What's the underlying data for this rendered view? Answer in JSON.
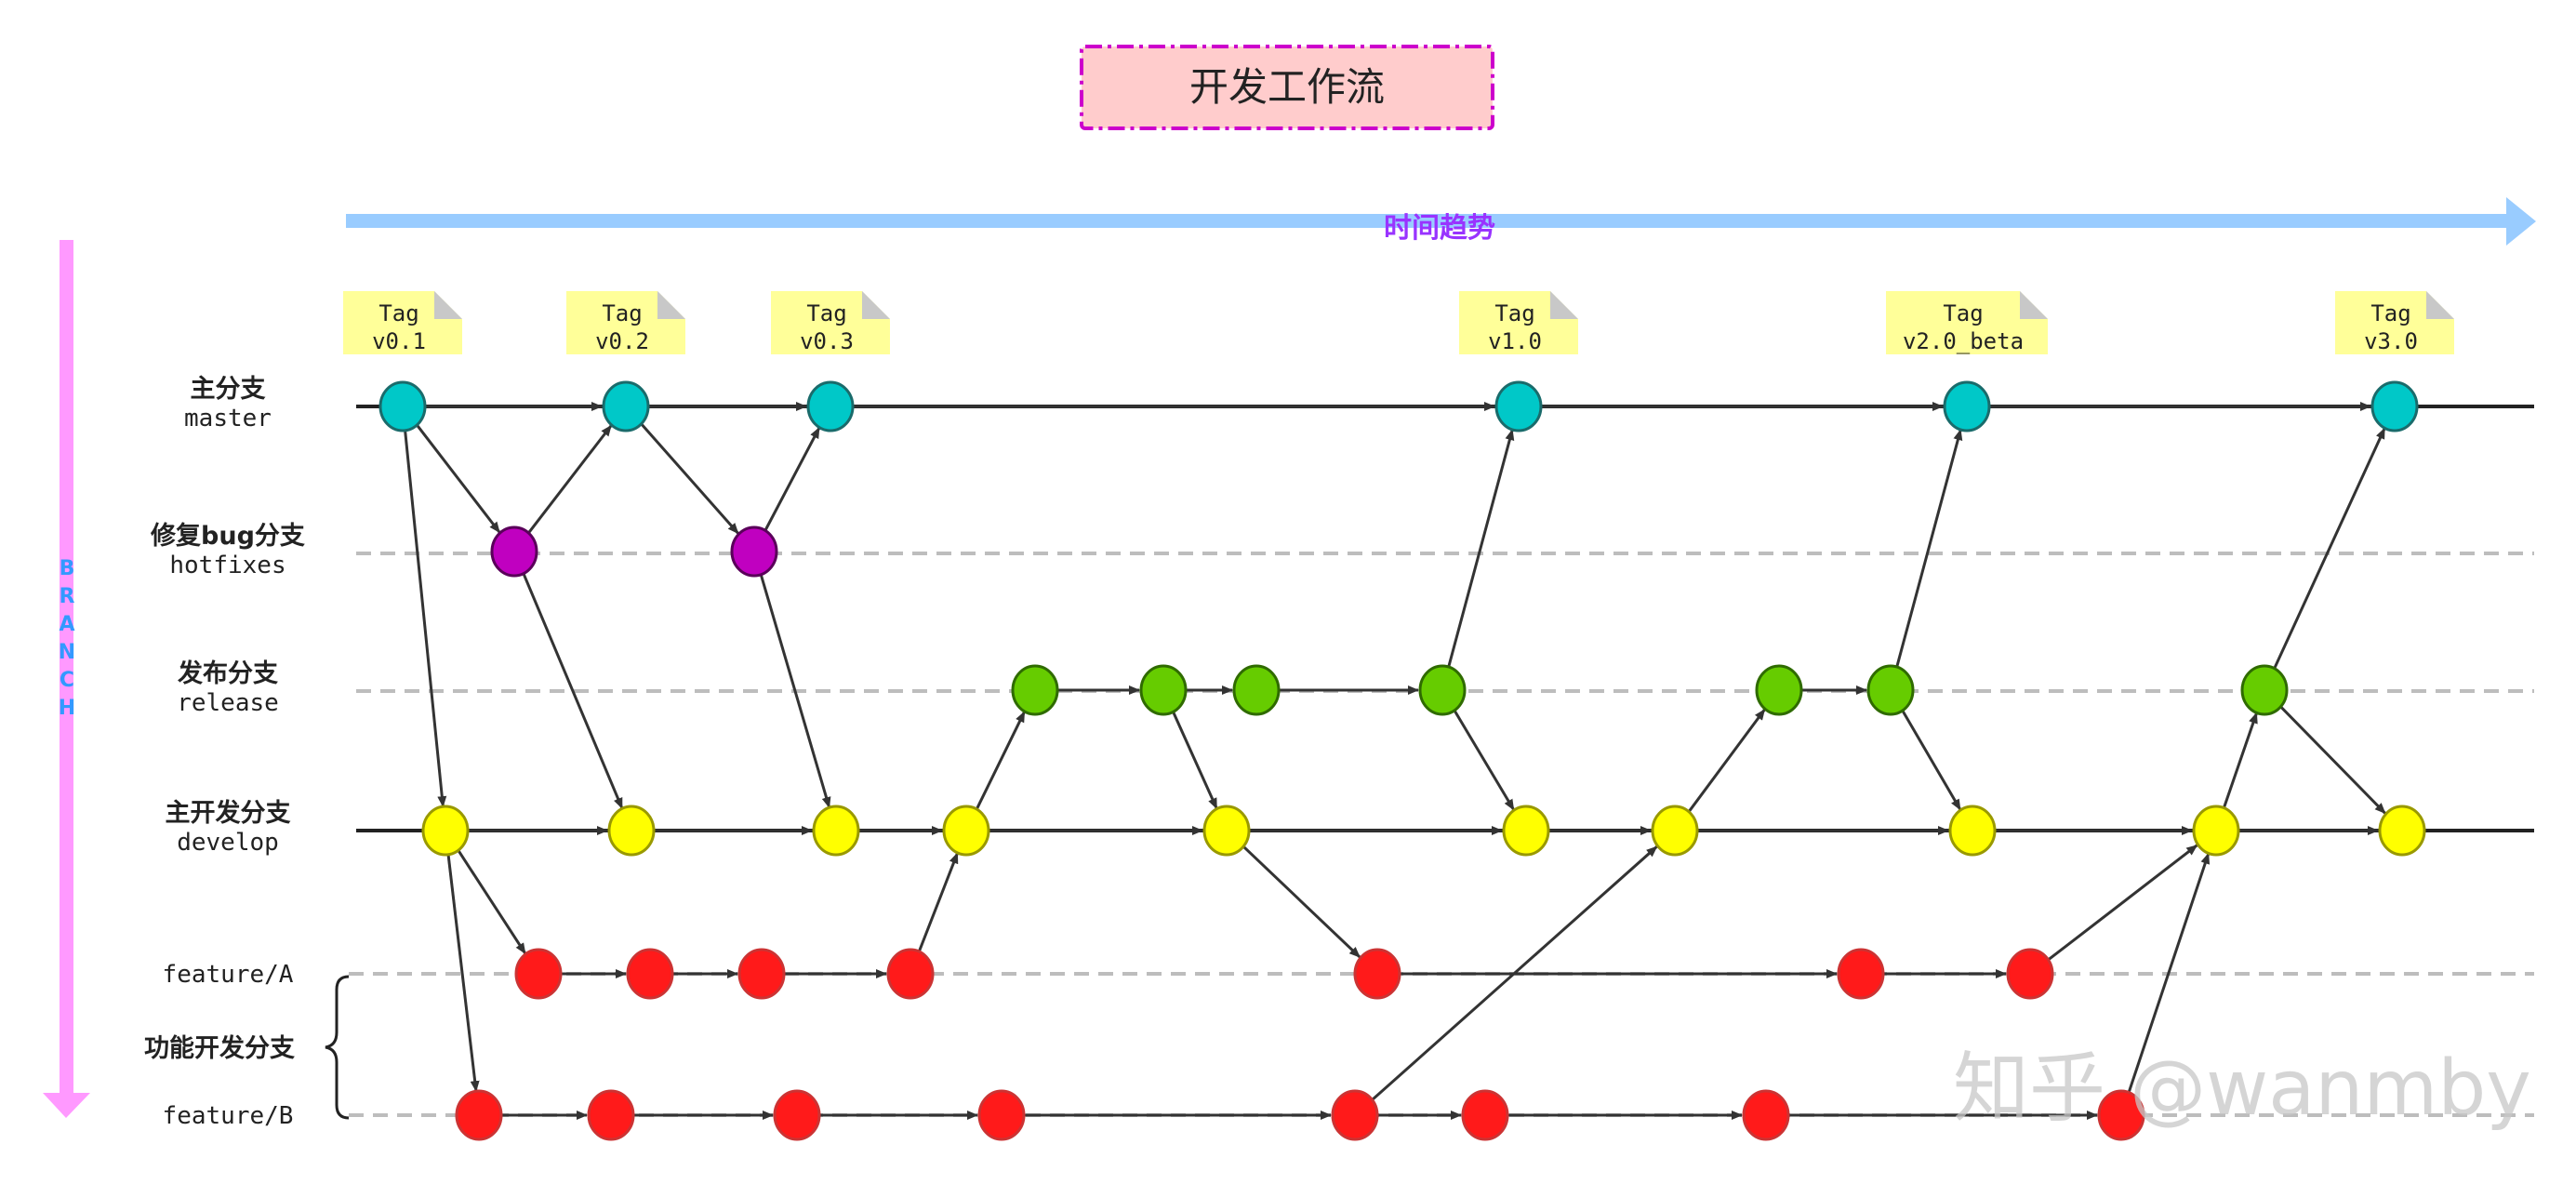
{
  "title": "开发工作流",
  "time_axis_label": "时间趋势",
  "side_label": "BRANCH",
  "group_label": "功能开发分支",
  "watermark": "知乎 @wanmby",
  "colors": {
    "master": "#00c8c8",
    "hotfixes": "#c000c0",
    "release": "#66cc00",
    "develop": "#ffff00",
    "feature": "#ff1a1a",
    "time_arrow": "#99ccff",
    "time_text": "#9933ff",
    "side_arrow": "#ff99ff",
    "side_text": "#3399ff",
    "title_bg": "#ffcccc",
    "title_border": "#cc00cc",
    "tag_bg": "#ffff99"
  },
  "branches": [
    {
      "id": "master",
      "label_cn": "主分支",
      "label_en": "master",
      "style": "solid"
    },
    {
      "id": "hotfixes",
      "label_cn": "修复bug分支",
      "label_en": "hotfixes",
      "style": "dashed"
    },
    {
      "id": "release",
      "label_cn": "发布分支",
      "label_en": "release",
      "style": "dashed"
    },
    {
      "id": "develop",
      "label_cn": "主开发分支",
      "label_en": "develop",
      "style": "solid"
    },
    {
      "id": "featureA",
      "label_cn": "",
      "label_en": "feature/A",
      "style": "dashed"
    },
    {
      "id": "featureB",
      "label_cn": "",
      "label_en": "feature/B",
      "style": "dashed"
    }
  ],
  "tags": [
    {
      "word": "Tag",
      "name": "v0.1",
      "commit": "m1"
    },
    {
      "word": "Tag",
      "name": "v0.2",
      "commit": "m2"
    },
    {
      "word": "Tag",
      "name": "v0.3",
      "commit": "m3"
    },
    {
      "word": "Tag",
      "name": "v1.0",
      "commit": "m4"
    },
    {
      "word": "Tag",
      "name": "v2.0_beta",
      "commit": "m5"
    },
    {
      "word": "Tag",
      "name": "v3.0",
      "commit": "m6"
    }
  ],
  "commits": [
    {
      "id": "m1",
      "branch": "master"
    },
    {
      "id": "m2",
      "branch": "master"
    },
    {
      "id": "m3",
      "branch": "master"
    },
    {
      "id": "m4",
      "branch": "master"
    },
    {
      "id": "m5",
      "branch": "master"
    },
    {
      "id": "m6",
      "branch": "master"
    },
    {
      "id": "h1",
      "branch": "hotfixes"
    },
    {
      "id": "h2",
      "branch": "hotfixes"
    },
    {
      "id": "r1",
      "branch": "release"
    },
    {
      "id": "r2",
      "branch": "release"
    },
    {
      "id": "r3",
      "branch": "release"
    },
    {
      "id": "r4",
      "branch": "release"
    },
    {
      "id": "r5",
      "branch": "release"
    },
    {
      "id": "r6",
      "branch": "release"
    },
    {
      "id": "r7",
      "branch": "release"
    },
    {
      "id": "d1",
      "branch": "develop"
    },
    {
      "id": "d2",
      "branch": "develop"
    },
    {
      "id": "d3",
      "branch": "develop"
    },
    {
      "id": "d4",
      "branch": "develop"
    },
    {
      "id": "d5",
      "branch": "develop"
    },
    {
      "id": "d6",
      "branch": "develop"
    },
    {
      "id": "d7",
      "branch": "develop"
    },
    {
      "id": "d8",
      "branch": "develop"
    },
    {
      "id": "d9",
      "branch": "develop"
    },
    {
      "id": "d10",
      "branch": "develop"
    },
    {
      "id": "a1",
      "branch": "featureA"
    },
    {
      "id": "a2",
      "branch": "featureA"
    },
    {
      "id": "a3",
      "branch": "featureA"
    },
    {
      "id": "a4",
      "branch": "featureA"
    },
    {
      "id": "a5",
      "branch": "featureA"
    },
    {
      "id": "a6",
      "branch": "featureA"
    },
    {
      "id": "a7",
      "branch": "featureA"
    },
    {
      "id": "b1",
      "branch": "featureB"
    },
    {
      "id": "b2",
      "branch": "featureB"
    },
    {
      "id": "b3",
      "branch": "featureB"
    },
    {
      "id": "b4",
      "branch": "featureB"
    },
    {
      "id": "b5",
      "branch": "featureB"
    },
    {
      "id": "b6",
      "branch": "featureB"
    },
    {
      "id": "b7",
      "branch": "featureB"
    },
    {
      "id": "b8",
      "branch": "featureB"
    }
  ],
  "edges": [
    [
      "m1",
      "m2"
    ],
    [
      "m2",
      "m3"
    ],
    [
      "m3",
      "m4"
    ],
    [
      "m4",
      "m5"
    ],
    [
      "m5",
      "m6"
    ],
    [
      "m1",
      "h1"
    ],
    [
      "h1",
      "m2"
    ],
    [
      "m2",
      "h2"
    ],
    [
      "h2",
      "m3"
    ],
    [
      "m1",
      "d1"
    ],
    [
      "h1",
      "d2"
    ],
    [
      "h2",
      "d3"
    ],
    [
      "d1",
      "d2"
    ],
    [
      "d2",
      "d3"
    ],
    [
      "d3",
      "d4"
    ],
    [
      "d4",
      "d5"
    ],
    [
      "d5",
      "d6"
    ],
    [
      "d6",
      "d7"
    ],
    [
      "d7",
      "d8"
    ],
    [
      "d8",
      "d9"
    ],
    [
      "d9",
      "d10"
    ],
    [
      "d1",
      "a1"
    ],
    [
      "a1",
      "a2"
    ],
    [
      "a2",
      "a3"
    ],
    [
      "a3",
      "a4"
    ],
    [
      "a4",
      "d4"
    ],
    [
      "d4",
      "r1"
    ],
    [
      "r1",
      "r2"
    ],
    [
      "r2",
      "r3"
    ],
    [
      "r3",
      "r4"
    ],
    [
      "r2",
      "d5"
    ],
    [
      "r4",
      "m4"
    ],
    [
      "r4",
      "d6"
    ],
    [
      "d5",
      "a5"
    ],
    [
      "a5",
      "a6"
    ],
    [
      "a6",
      "a7"
    ],
    [
      "a7",
      "d9"
    ],
    [
      "d1",
      "b1"
    ],
    [
      "b1",
      "b2"
    ],
    [
      "b2",
      "b3"
    ],
    [
      "b3",
      "b4"
    ],
    [
      "b4",
      "b5"
    ],
    [
      "b5",
      "b6"
    ],
    [
      "b6",
      "b7"
    ],
    [
      "b7",
      "b8"
    ],
    [
      "b5",
      "d7"
    ],
    [
      "b8",
      "d9"
    ],
    [
      "d7",
      "r5"
    ],
    [
      "r5",
      "r6"
    ],
    [
      "r6",
      "m5"
    ],
    [
      "r6",
      "d8"
    ],
    [
      "d9",
      "r7"
    ],
    [
      "r7",
      "m6"
    ],
    [
      "r7",
      "d10"
    ]
  ]
}
